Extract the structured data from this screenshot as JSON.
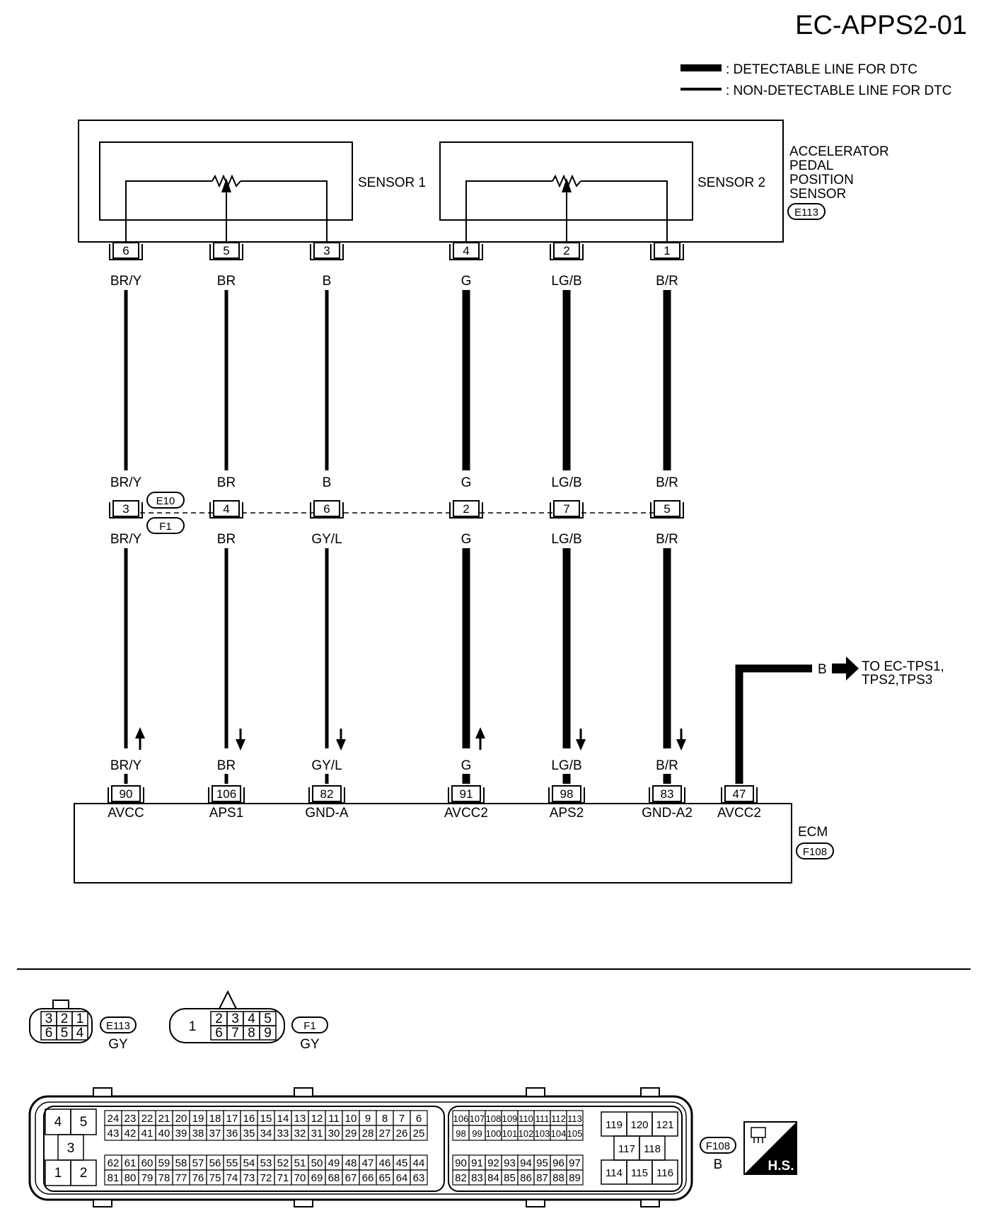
{
  "title": "EC-APPS2-01",
  "legend": [
    {
      "label": ": DETECTABLE LINE FOR DTC",
      "thick": true
    },
    {
      "label": ": NON-DETECTABLE LINE FOR DTC",
      "thick": false
    }
  ],
  "sensor": {
    "name_lines": [
      "ACCELERATOR",
      "PEDAL",
      "POSITION",
      "SENSOR"
    ],
    "connector": "E113",
    "sensor1": "SENSOR 1",
    "sensor2": "SENSOR 2"
  },
  "joint": {
    "connector_top": "E10",
    "connector_bottom": "F1"
  },
  "ecm": {
    "name": "ECM",
    "connector": "F108"
  },
  "wires": [
    {
      "sensor_pin": "6",
      "c_top": "BR/Y",
      "jpin": "3",
      "jtop": "BR/Y",
      "jbot": "BR/Y",
      "ecm_color": "BR/Y",
      "ecm_pin": "90",
      "ecm_label": "AVCC",
      "dir": "up",
      "thick": false
    },
    {
      "sensor_pin": "5",
      "c_top": "BR",
      "jpin": "4",
      "jtop": "BR",
      "jbot": "BR",
      "ecm_color": "BR",
      "ecm_pin": "106",
      "ecm_label": "APS1",
      "dir": "down",
      "thick": false
    },
    {
      "sensor_pin": "3",
      "c_top": "B",
      "jpin": "6",
      "jtop": "B",
      "jbot": "GY/L",
      "ecm_color": "GY/L",
      "ecm_pin": "82",
      "ecm_label": "GND-A",
      "dir": "down",
      "thick": false
    },
    {
      "sensor_pin": "4",
      "c_top": "G",
      "jpin": "2",
      "jtop": "G",
      "jbot": "G",
      "ecm_color": "G",
      "ecm_pin": "91",
      "ecm_label": "AVCC2",
      "dir": "up",
      "thick": true
    },
    {
      "sensor_pin": "2",
      "c_top": "LG/B",
      "jpin": "7",
      "jtop": "LG/B",
      "jbot": "LG/B",
      "ecm_color": "LG/B",
      "ecm_pin": "98",
      "ecm_label": "APS2",
      "dir": "down",
      "thick": true
    },
    {
      "sensor_pin": "1",
      "c_top": "B/R",
      "jpin": "5",
      "jtop": "B/R",
      "jbot": "B/R",
      "ecm_color": "B/R",
      "ecm_pin": "83",
      "ecm_label": "GND-A2",
      "dir": "down",
      "thick": true
    }
  ],
  "extra_wire": {
    "ecm_pin": "47",
    "ecm_label": "AVCC2",
    "color": "B",
    "to_color": "B",
    "to_lines": [
      "TO EC-TPS1,",
      "TPS2,TPS3"
    ]
  },
  "conn_e113": {
    "name": "E113",
    "color": "GY",
    "top_pins": [
      "3",
      "2",
      "1"
    ],
    "bottom_pins": [
      "6",
      "5",
      "4"
    ]
  },
  "conn_f1": {
    "name": "F1",
    "color": "GY",
    "big_pin": "1",
    "top_pins": [
      "2",
      "3",
      "4",
      "5"
    ],
    "bottom_pins": [
      "6",
      "7",
      "8",
      "9"
    ]
  },
  "conn_f108": {
    "name": "F108",
    "color": "B",
    "left_cavities": [
      "4",
      "5",
      "3",
      "1",
      "2"
    ],
    "row1": [
      "24",
      "23",
      "22",
      "21",
      "20",
      "19",
      "18",
      "17",
      "16",
      "15",
      "14",
      "13",
      "12",
      "11",
      "10",
      "9",
      "8",
      "7",
      "6"
    ],
    "row2": [
      "43",
      "42",
      "41",
      "40",
      "39",
      "38",
      "37",
      "36",
      "35",
      "34",
      "33",
      "32",
      "31",
      "30",
      "29",
      "28",
      "27",
      "26",
      "25"
    ],
    "row3": [
      "62",
      "61",
      "60",
      "59",
      "58",
      "57",
      "56",
      "55",
      "54",
      "53",
      "52",
      "51",
      "50",
      "49",
      "48",
      "47",
      "46",
      "45",
      "44"
    ],
    "row4": [
      "81",
      "80",
      "79",
      "78",
      "77",
      "76",
      "75",
      "74",
      "73",
      "72",
      "71",
      "70",
      "69",
      "68",
      "67",
      "66",
      "65",
      "64",
      "63"
    ],
    "mid_row1": [
      "106",
      "107",
      "108",
      "109",
      "110",
      "111",
      "112",
      "113"
    ],
    "mid_row2": [
      "98",
      "99",
      "100",
      "101",
      "102",
      "103",
      "104",
      "105"
    ],
    "mid_row3": [
      "90",
      "91",
      "92",
      "93",
      "94",
      "95",
      "96",
      "97"
    ],
    "mid_row4": [
      "82",
      "83",
      "84",
      "85",
      "86",
      "87",
      "88",
      "89"
    ],
    "right_top": [
      "119",
      "120",
      "121"
    ],
    "right_mid": [
      "117",
      "118"
    ],
    "right_bot": [
      "114",
      "115",
      "116"
    ]
  },
  "hs_label": "H.S."
}
